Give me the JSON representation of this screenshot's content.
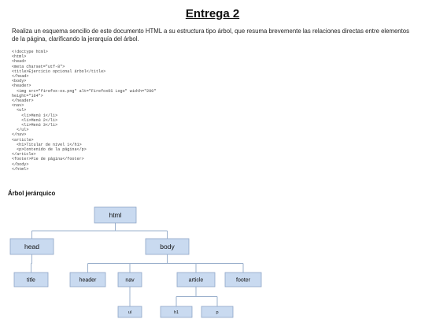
{
  "title": "Entrega 2",
  "intro": "Realiza un esquema sencillo de este documento HTML a su estructura tipo árbol, que resuma brevemente las relaciones directas entre elementos de la página, clarificando la jerarquía del árbol.",
  "code_lines": [
    "<!doctype html>",
    "<html>",
    "<head>",
    "<meta charset=\"utf-8\">",
    "<title>Ejercicio opcional árbol</title>",
    "</head>",
    "<body>",
    "<header>",
    "  <img src=\"firefox-os.png\" alt=\"FirefoxOS Logo\" width=\"200\"",
    "height=\"164\">",
    "</header>",
    "<nav>",
    "  <ul>",
    "    <li>Menú 1</li>",
    "    <li>Menú 2</li>",
    "    <li>Menú 3</li>",
    "  </ul>",
    "</nav>",
    "<article>",
    "  <h1>Titular de nivel 1</h1>",
    "  <p>Contenido de la página</p>",
    "</article>",
    "<footer>Pie de página</footer>",
    "</body>",
    "</html>"
  ],
  "tree_title": "Árbol jerárquico",
  "tree": {
    "nodes": [
      {
        "id": "html",
        "label": "html"
      },
      {
        "id": "head",
        "label": "head"
      },
      {
        "id": "body",
        "label": "body"
      },
      {
        "id": "title",
        "label": "title"
      },
      {
        "id": "header",
        "label": "header"
      },
      {
        "id": "nav",
        "label": "nav"
      },
      {
        "id": "article",
        "label": "article"
      },
      {
        "id": "footer",
        "label": "footer"
      },
      {
        "id": "ul",
        "label": "ul"
      },
      {
        "id": "h1",
        "label": "h1"
      },
      {
        "id": "p",
        "label": "p"
      }
    ],
    "edges": [
      [
        "html",
        "head"
      ],
      [
        "html",
        "body"
      ],
      [
        "head",
        "title"
      ],
      [
        "body",
        "header"
      ],
      [
        "body",
        "nav"
      ],
      [
        "body",
        "article"
      ],
      [
        "body",
        "footer"
      ],
      [
        "nav",
        "ul"
      ],
      [
        "article",
        "h1"
      ],
      [
        "article",
        "p"
      ]
    ]
  }
}
